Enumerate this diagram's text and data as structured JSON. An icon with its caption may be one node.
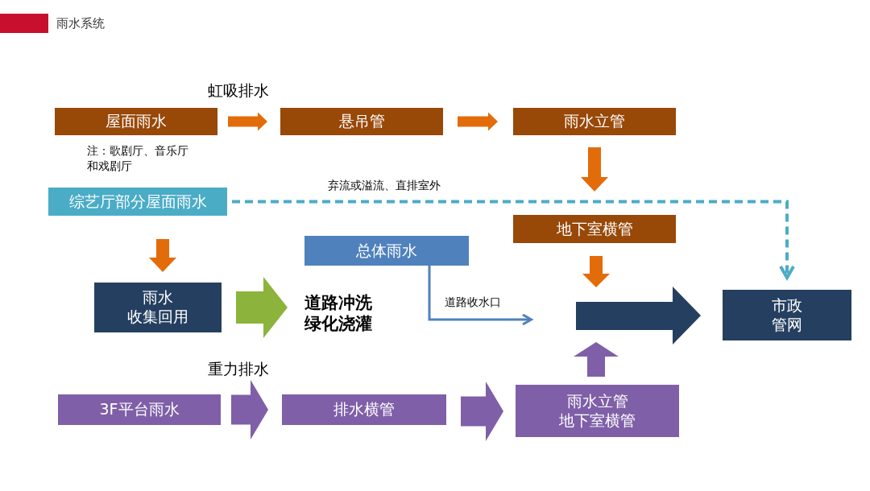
{
  "diagram": {
    "title": "雨水系统",
    "nodes": [
      {
        "text": [
          "屋面雨水"
        ],
        "beside": [
          "注：歌剧厅、音乐厅和戏剧厅"
        ]
      },
      {
        "text": [
          "悬吊管"
        ]
      },
      {
        "text": [
          "雨水立管"
        ]
      },
      {
        "text": [
          "综艺厅部分屋面雨水"
        ]
      },
      {
        "text": [
          "地下室横管"
        ]
      },
      {
        "text": [
          "总体雨水"
        ]
      },
      {
        "text": [
          "雨水",
          "收集回用"
        ]
      },
      {
        "text": [
          "道路冲洗绿化浇灌"
        ]
      },
      {
        "text": [],
        "shape": "arrow"
      },
      {
        "text": [
          "市政管网"
        ]
      },
      {
        "text": [
          "3F平台雨水"
        ]
      },
      {
        "text": [
          "排水横管"
        ]
      },
      {
        "text": [
          "雨水立管",
          "地下室横管"
        ]
      }
    ],
    "edges": [
      {
        "from": 0,
        "to": 1,
        "arrow": "to",
        "style": "thick"
      },
      {
        "from": 1,
        "to": 2,
        "arrow": "to",
        "style": "thick"
      },
      {
        "from": 2,
        "to": 4,
        "arrow": "to",
        "style": "thick"
      },
      {
        "from": 3,
        "to": 9,
        "arrow": "to",
        "style": "dashed",
        "color": "#4bacc6",
        "label": "弃流或溢流、直排室外"
      },
      {
        "from": 3,
        "to": 6,
        "arrow": "to",
        "style": "thick"
      },
      {
        "from": 6,
        "to": 7,
        "arrow": "to",
        "style": "thick",
        "color": "#8cb43c"
      },
      {
        "from": 5,
        "to": 8,
        "arrow": "to",
        "color": "#4f81bd",
        "label": "道路收水口"
      },
      {
        "from": 4,
        "to": 8,
        "arrow": "to",
        "style": "thick"
      },
      {
        "from": 12,
        "to": 8,
        "arrow": "to",
        "style": "thick",
        "color": "#7f5fa8"
      },
      {
        "from": 10,
        "to": 11,
        "arrow": "to",
        "style": "thick",
        "color": "#7f5fa8"
      },
      {
        "from": 11,
        "to": 12,
        "arrow": "to",
        "style": "thick",
        "color": "#7f5fa8"
      }
    ],
    "labels": [
      "虹吸排水",
      "重力排水"
    ]
  }
}
